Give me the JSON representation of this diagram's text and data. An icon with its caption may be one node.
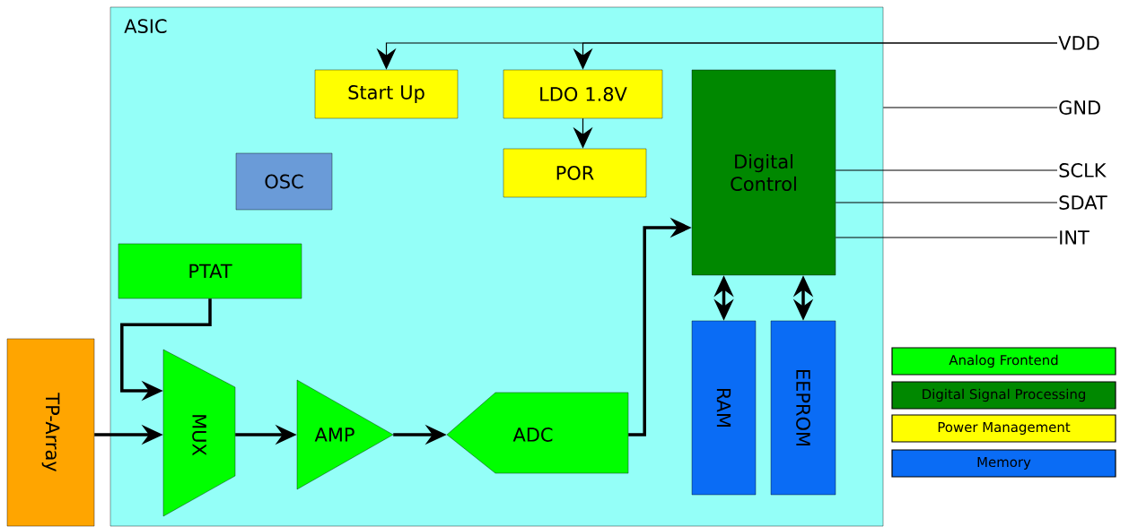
{
  "diagram": {
    "nodes": [
      {
        "text": [
          "ASIC"
        ]
      },
      {
        "text": [
          "Start Up"
        ],
        "in": 0
      },
      {
        "text": [
          "LDO 1.8V"
        ],
        "in": 0
      },
      {
        "text": [
          "Digital Control"
        ],
        "in": 0
      },
      {
        "text": [
          "OSC"
        ],
        "in": 0
      },
      {
        "text": [
          "POR"
        ],
        "in": 0
      },
      {
        "text": [
          "PTAT"
        ],
        "in": 0
      },
      {
        "text": [
          "TP-Array"
        ]
      },
      {
        "text": [
          "MUX"
        ],
        "in": 0
      },
      {
        "text": [
          "AMP"
        ],
        "in": 0
      },
      {
        "text": [
          "ADC"
        ],
        "in": 0
      },
      {
        "text": [
          "RAM"
        ],
        "in": 0
      },
      {
        "text": [
          "EEPROM"
        ],
        "in": 0
      },
      {
        "text": [
          "VDD"
        ]
      },
      {
        "text": [
          "GND"
        ]
      },
      {
        "text": [
          "SCLK"
        ]
      },
      {
        "text": [
          "SDAT"
        ]
      },
      {
        "text": [
          "INT"
        ]
      }
    ],
    "edges": [
      {
        "from": 13,
        "to": 1,
        "arrow": "to"
      },
      {
        "from": 13,
        "to": 2,
        "arrow": "to"
      },
      {
        "from": 2,
        "to": 5,
        "arrow": "to"
      },
      {
        "from": 6,
        "to": 8,
        "arrow": "to",
        "style": "thick"
      },
      {
        "from": 7,
        "to": 8,
        "arrow": "to",
        "style": "thick"
      },
      {
        "from": 8,
        "to": 9,
        "arrow": "to",
        "style": "thick"
      },
      {
        "from": 9,
        "to": 10,
        "arrow": "to",
        "style": "thick"
      },
      {
        "from": 10,
        "to": 3,
        "arrow": "to",
        "style": "thick"
      },
      {
        "from": 3,
        "to": 11,
        "arrow": "both",
        "style": "thick"
      },
      {
        "from": 3,
        "to": 12,
        "arrow": "both",
        "style": "thick"
      },
      {
        "from": 0,
        "to": 14,
        "arrow": "none"
      },
      {
        "from": 3,
        "to": 15,
        "arrow": "none"
      },
      {
        "from": 3,
        "to": 16,
        "arrow": "none"
      },
      {
        "from": 3,
        "to": 17,
        "arrow": "none"
      }
    ],
    "legend": [
      {
        "text": "Analog Frontend",
        "color": "#00ff00"
      },
      {
        "text": "Digital Signal Processing",
        "color": "#008800"
      },
      {
        "text": "Power Management",
        "color": "#ffff00"
      },
      {
        "text": "Memory",
        "color": "#0a6cf5"
      }
    ]
  }
}
